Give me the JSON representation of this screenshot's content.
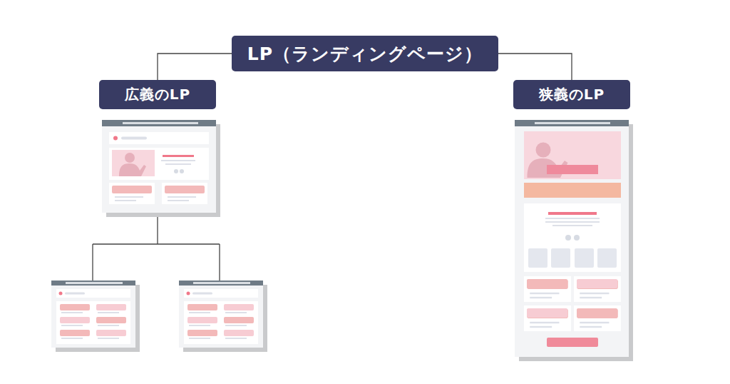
{
  "diagram": {
    "nodes": [
      {
        "text": [
          "LP（ランディングページ）"
        ]
      },
      {
        "text": [
          "広義のLP"
        ]
      },
      {
        "text": [
          "狭義のLP"
        ]
      }
    ],
    "edges": [
      {
        "from": 0,
        "to": 1,
        "arrow": "none"
      },
      {
        "from": 0,
        "to": 2,
        "arrow": "none"
      }
    ]
  }
}
